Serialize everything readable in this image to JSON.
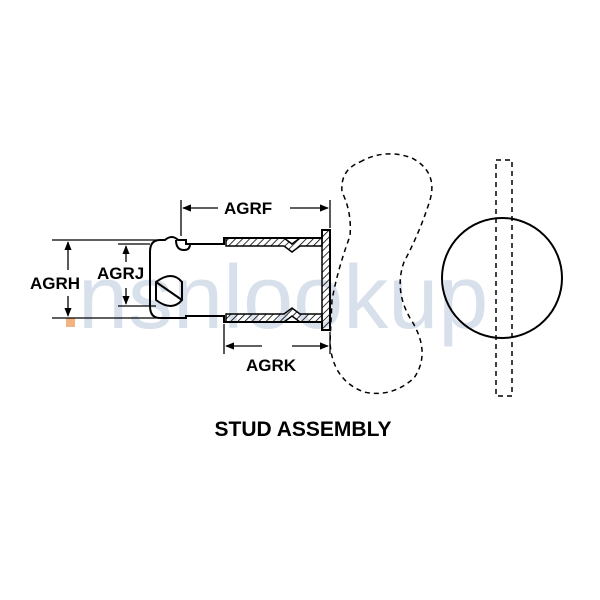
{
  "diagram": {
    "title": "STUD ASSEMBLY",
    "dimensions": {
      "agrf": "AGRF",
      "agrh": "AGRH",
      "agrj": "AGRJ",
      "agrk": "AGRK"
    }
  },
  "watermark": {
    "text": "nsnlookup"
  },
  "colors": {
    "line": "#000000",
    "watermark": "#b9c8dc",
    "watermark_dot": "#f0a060"
  }
}
